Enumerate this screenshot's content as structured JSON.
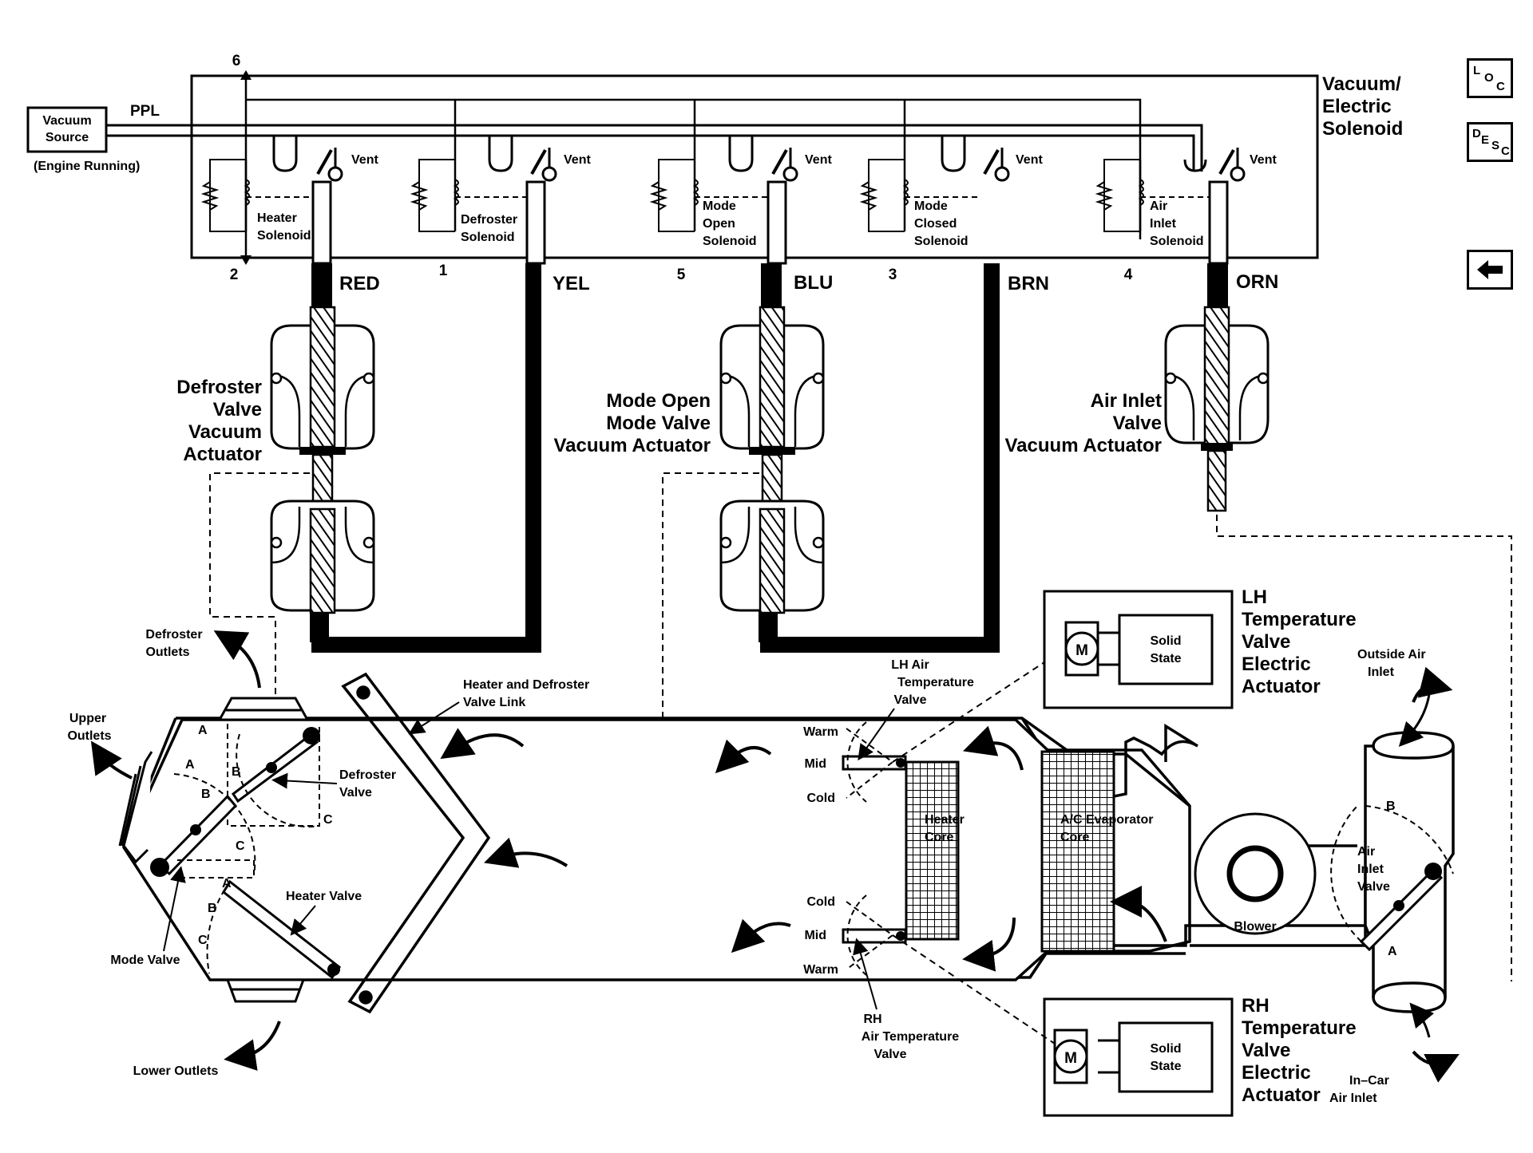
{
  "nav": {
    "loc": {
      "a": "L",
      "b": "O",
      "c": "C"
    },
    "desc": {
      "a": "D",
      "b": "E",
      "c": "S",
      "d": "C"
    },
    "back_icon": "left-arrow-icon"
  },
  "top": {
    "vacuum_source": [
      "Vacuum",
      "Source"
    ],
    "engine_running": "(Engine Running)",
    "ppl": "PPL",
    "solenoid_title": [
      "Vacuum/",
      "Electric",
      "Solenoid"
    ],
    "pin_top": "6",
    "vent": "Vent",
    "solenoids": [
      {
        "label": [
          "Heater",
          "Solenoid"
        ],
        "pin": "2",
        "color": "RED"
      },
      {
        "label": [
          "Defroster",
          "Solenoid"
        ],
        "pin": "1",
        "color": "YEL"
      },
      {
        "label": [
          "Mode",
          "Open",
          "Solenoid"
        ],
        "pin": "5",
        "color": "BLU"
      },
      {
        "label": [
          "Mode",
          "Closed",
          "Solenoid"
        ],
        "pin": "3",
        "color": "BRN"
      },
      {
        "label": [
          "Air",
          "Inlet",
          "Solenoid"
        ],
        "pin": "4",
        "color": "ORN"
      }
    ]
  },
  "actuators": {
    "defroster": [
      "Defroster",
      "Valve",
      "Vacuum",
      "Actuator"
    ],
    "mode": [
      "Mode Open",
      "Mode Valve",
      "Vacuum Actuator"
    ],
    "air_inlet": [
      "Air Inlet",
      "Valve",
      "Vacuum Actuator"
    ]
  },
  "temp_actuators": {
    "motor": "M",
    "solid_state": [
      "Solid",
      "State"
    ],
    "lh": [
      "LH",
      "Temperature",
      "Valve",
      "Electric",
      "Actuator"
    ],
    "rh": [
      "RH",
      "Temperature",
      "Valve",
      "Electric",
      "Actuator"
    ]
  },
  "module": {
    "defroster_outlets": [
      "Defroster",
      "Outlets"
    ],
    "upper_outlets": [
      "Upper",
      "Outlets"
    ],
    "lower_outlets": "Lower Outlets",
    "heater_defroster_link": [
      "Heater and Defroster",
      "Valve Link"
    ],
    "defroster_valve": [
      "Defroster",
      "Valve"
    ],
    "heater_valve": "Heater Valve",
    "mode_valve": "Mode Valve",
    "pos_a": "A",
    "pos_b": "B",
    "pos_c": "C",
    "lh_air_temp_valve": [
      "LH Air",
      "Temperature",
      "Valve"
    ],
    "rh_air_temp_valve": [
      "RH",
      "Air Temperature",
      "Valve"
    ],
    "warm": "Warm",
    "mid": "Mid",
    "cold": "Cold",
    "heater_core": [
      "Heater",
      "Core"
    ],
    "evaporator_core": [
      "A/C Evaporator",
      "Core"
    ],
    "blower": "Blower",
    "air_inlet_valve": [
      "Air",
      "Inlet",
      "Valve"
    ],
    "outside_air_inlet": [
      "Outside Air",
      "Inlet"
    ],
    "in_car_air_inlet": [
      "In–Car",
      "Air Inlet"
    ]
  }
}
